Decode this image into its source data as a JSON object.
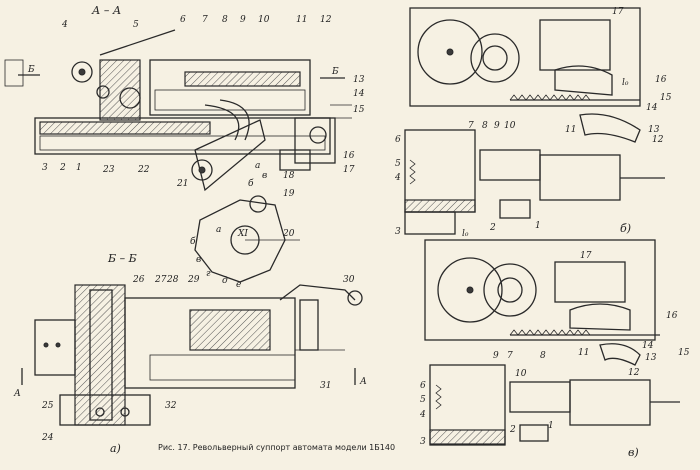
{
  "figure": {
    "caption": "Рис. 17. Револьверный суппорт автомата модели 1Б140",
    "section_aa": "А – А",
    "section_bb": "Б – Б",
    "view_a": "а)",
    "view_b": "б)",
    "view_v": "в)",
    "marks": {
      "A": "А",
      "B": "Б"
    }
  },
  "labels_top_left": [
    "1",
    "2",
    "3",
    "4",
    "5",
    "6",
    "7",
    "8",
    "9",
    "10",
    "11",
    "12",
    "13",
    "14",
    "15",
    "16",
    "17",
    "18",
    "19",
    "20",
    "21",
    "22",
    "23"
  ],
  "labels_bottom_left": [
    "24",
    "25",
    "26",
    "27",
    "28",
    "29",
    "30",
    "31",
    "32"
  ],
  "labels_right": [
    "1",
    "2",
    "3",
    "4",
    "5",
    "6",
    "7",
    "8",
    "9",
    "10",
    "11",
    "12",
    "13",
    "14",
    "15",
    "16",
    "17"
  ],
  "drum_letters": [
    "а",
    "б",
    "в",
    "г",
    "д",
    "е",
    "а",
    "б",
    "в"
  ],
  "dim_label": "l₀",
  "roman": "XI"
}
